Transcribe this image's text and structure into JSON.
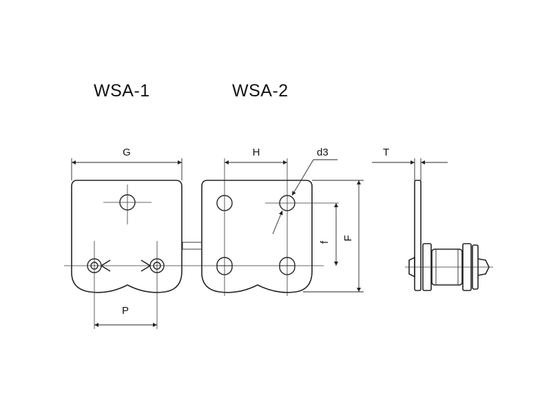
{
  "titles": {
    "wsa1": "WSA-1",
    "wsa2": "WSA-2"
  },
  "dimensions": {
    "G": "G",
    "H": "H",
    "d3": "d3",
    "T": "T",
    "f": "f",
    "F": "F",
    "P": "P"
  }
}
